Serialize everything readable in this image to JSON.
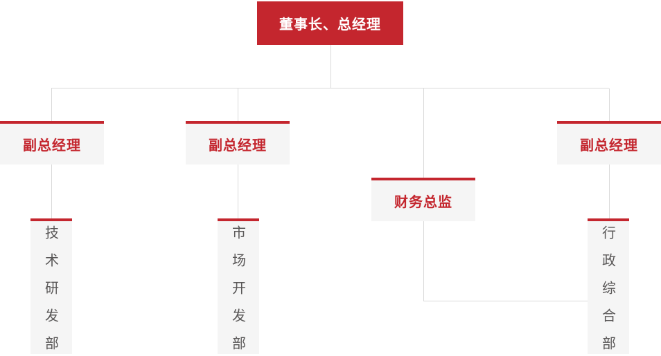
{
  "org_chart": {
    "root": {
      "label": "董事长、总经理"
    },
    "executives": [
      {
        "label": "副总经理"
      },
      {
        "label": "副总经理"
      },
      {
        "label": "财务总监"
      },
      {
        "label": "副总经理"
      }
    ],
    "departments": [
      {
        "label": "技术研发部"
      },
      {
        "label": "市场开发部"
      },
      {
        "label": "行政综合部"
      }
    ],
    "colors": {
      "accent_red": "#c4262e",
      "node_background": "#f5f5f5",
      "connector_line": "#d9d9d9",
      "department_text": "#595757",
      "root_text": "#ffffff"
    }
  }
}
